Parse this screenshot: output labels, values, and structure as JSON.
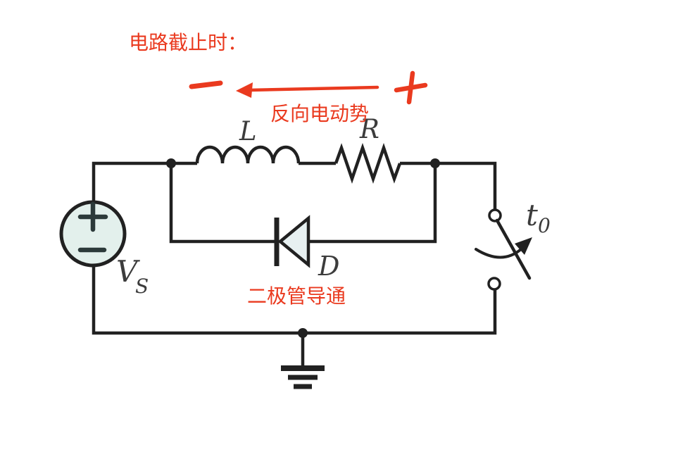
{
  "title": "电路截止时：",
  "annotations": {
    "back_emf": "反向电动势",
    "diode_on": "二极管导通"
  },
  "labels": {
    "inductor": "L",
    "resistor": "R",
    "diode": "D",
    "source_v": "V",
    "source_sub": "S",
    "switch_t": "t",
    "switch_sub": "0"
  },
  "colors": {
    "annotation_red": "#ea3a1f",
    "wire": "#212121",
    "component_label": "#3c3c3c",
    "source_fill": "#e3f0ec",
    "diode_fill": "#e7f0f1"
  }
}
